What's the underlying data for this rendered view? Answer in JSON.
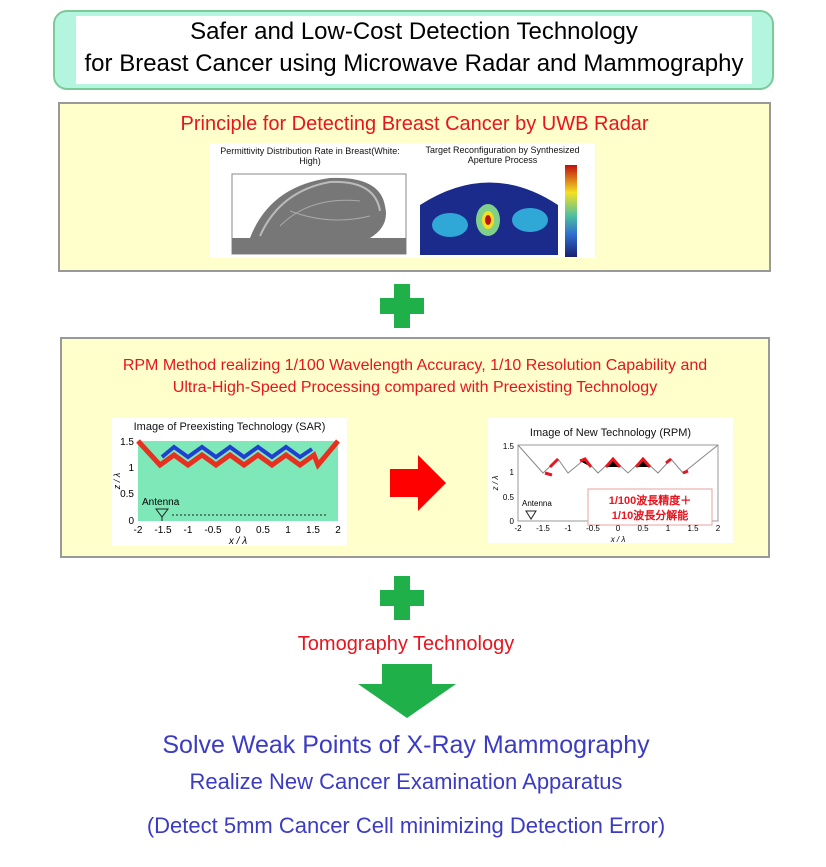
{
  "title": {
    "line1": "Safer and Low-Cost Detection Technology",
    "line2": "for Breast Cancer using Microwave Radar and Mammography"
  },
  "panel1": {
    "heading": "Principle for Detecting Breast Cancer by UWB Radar",
    "image_left_caption": "Permittivity Distribution Rate in Breast(White: High)",
    "image_right_caption_1": "Target Reconfiguration by Synthesized",
    "image_right_caption_2": "Aperture Process"
  },
  "panel2": {
    "heading_1": "RPM Method realizing 1/100 Wavelength Accuracy, 1/10 Resolution Capability and",
    "heading_2": "Ultra-High-Speed Processing compared with Preexisting Technology",
    "sar": {
      "caption": "Image of Preexisting Technology (SAR)",
      "antenna": "Antenna",
      "xlabel": "x / λ",
      "ylabel": "z / λ",
      "xticks": [
        "-2",
        "-1.5",
        "-1",
        "-0.5",
        "0",
        "0.5",
        "1",
        "1.5",
        "2"
      ],
      "yticks": [
        "1.5",
        "1",
        "0.5",
        "0"
      ]
    },
    "rpm": {
      "caption": "Image of New Technology (RPM)",
      "antenna": "Antenna",
      "xlabel": "x / λ",
      "ylabel": "z / λ",
      "xticks": [
        "-2",
        "-1.5",
        "-1",
        "-0.5",
        "0",
        "0.5",
        "1",
        "1.5",
        "2"
      ],
      "yticks": [
        "1.5",
        "1",
        "0.5",
        "0"
      ],
      "note_1": "1/100波長精度＋",
      "note_2": "1/10波長分解能"
    }
  },
  "tomography": "Tomography Technology",
  "result": {
    "line1": "Solve Weak Points of  X-Ray Mammography",
    "line2": "Realize New Cancer Examination Apparatus",
    "line3": "(Detect 5mm Cancer Cell minimizing Detection Error)"
  },
  "colors": {
    "red": "#e8141e",
    "blue": "#3b3bc4",
    "green": "#1fb04a",
    "panel": "#ffffcc",
    "title_bg": "#b4f5df"
  }
}
